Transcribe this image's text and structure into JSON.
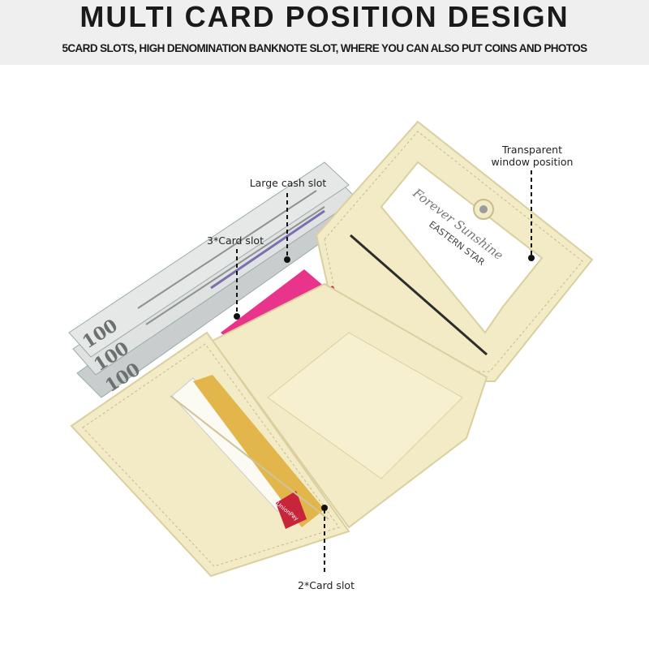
{
  "header": {
    "title": "MULTI CARD POSITION DESIGN",
    "subtitle": "5CARD SLOTS, HIGH DENOMINATION BANKNOTE SLOT, WHERE YOU CAN ALSO PUT COINS AND PHOTOS"
  },
  "callouts": {
    "transparent_line1": "Transparent",
    "transparent_line2": "window position",
    "large_cash": "Large cash slot",
    "three_card": "3*Card slot",
    "two_card": "2*Card slot"
  },
  "photo": {
    "banknote_denomination": "100",
    "insert_script": "Forever Sunshine",
    "insert_brand": "EASTERN STAR",
    "card_brand": "UnionPay"
  },
  "colors": {
    "header_bg": "#efefef",
    "wallet_leather": "#f3ebc6",
    "banknote": "#d9dcdc",
    "pink_card": "#e8348a",
    "silver_card": "#c9c9c9",
    "gold_card": "#e2b64a"
  }
}
